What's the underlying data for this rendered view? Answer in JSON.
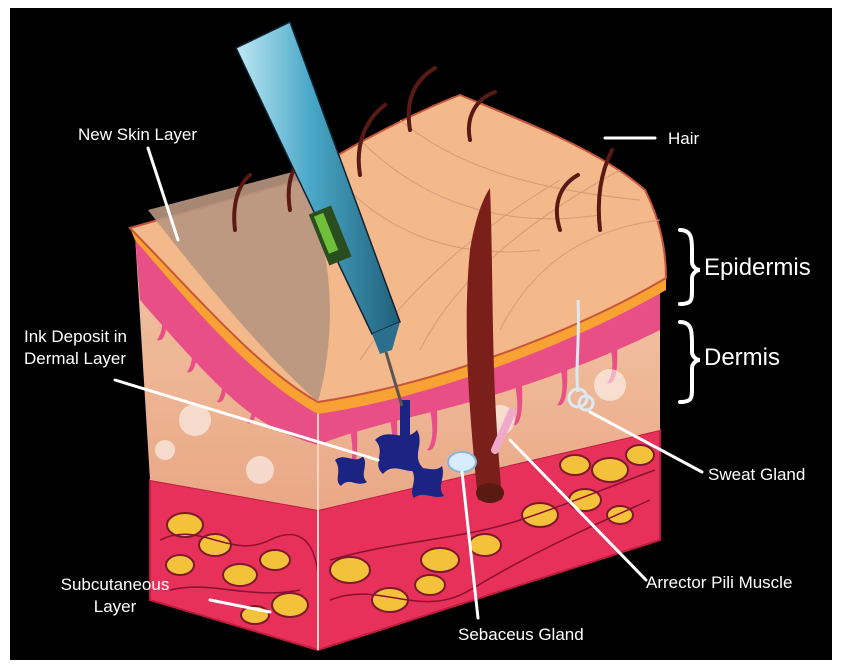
{
  "diagram": {
    "labels": {
      "new_skin_layer": "New Skin Layer",
      "hair": "Hair",
      "epidermis": "Epidermis",
      "dermis": "Dermis",
      "ink_deposit": "Ink Deposit in Dermal Layer",
      "sweat_gland": "Sweat Gland",
      "arrector_pili": "Arrector Pili Muscle",
      "subcutaneous": "Subcutaneous Layer",
      "sebaceous_gland": "Sebaceus Gland"
    }
  },
  "colors": {
    "background": "#000000",
    "label_text": "#ffffff",
    "epidermis_top": "#f4b98a",
    "epidermis_edge": "#f7a233",
    "dermis_pink": "#e84f86",
    "dermis_tissue": "#f2c3a2",
    "subcutaneous": "#e7315a",
    "fat_cells": "#f4c13a",
    "ink": "#1b2383",
    "hair": "#5a1a14",
    "needle_body": "#4aa8c8"
  }
}
